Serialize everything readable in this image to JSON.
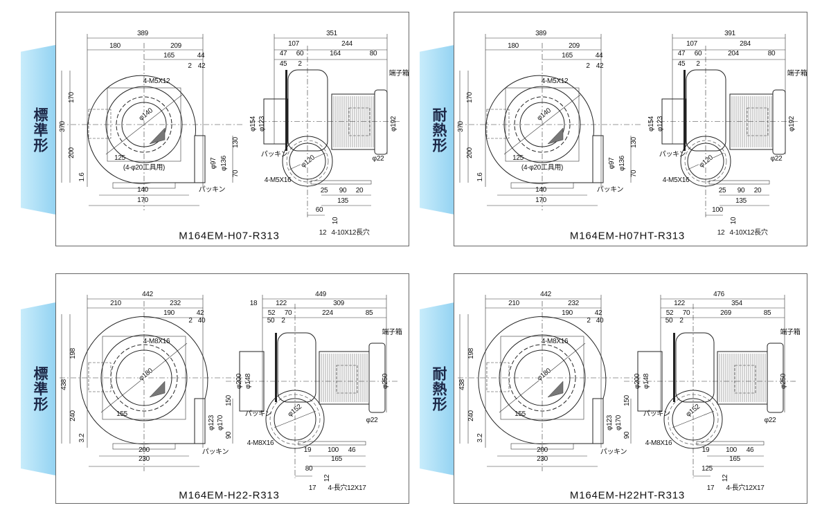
{
  "panels": [
    {
      "tab_label": "標準形",
      "model": "M164EM-H07-R313",
      "labels": [
        "389",
        "180",
        "209",
        "165",
        "44",
        "2",
        "42",
        "4-M5X12",
        "φ140",
        "170",
        "370",
        "200",
        "1.6",
        "125",
        "(4-φ20工具用)",
        "130",
        "φ97",
        "φ136",
        "70",
        "140",
        "170",
        "パッキン",
        "351",
        "107",
        "244",
        "47",
        "60",
        "164",
        "80",
        "45",
        "2",
        "端子箱",
        "φ154",
        "φ123",
        "φ192",
        "パッキン",
        "φ120",
        "4-M5X16",
        "φ22",
        "25",
        "90",
        "20",
        "135",
        "60",
        "10",
        "12",
        "4-10X12長穴"
      ]
    },
    {
      "tab_label": "耐熱形",
      "model": "M164EM-H07HT-R313",
      "labels": [
        "389",
        "180",
        "209",
        "165",
        "44",
        "2",
        "42",
        "4-M5X12",
        "φ140",
        "170",
        "370",
        "200",
        "1.6",
        "125",
        "(4-φ20工具用)",
        "130",
        "φ97",
        "φ136",
        "70",
        "140",
        "170",
        "パッキン",
        "391",
        "107",
        "284",
        "47",
        "60",
        "204",
        "80",
        "45",
        "2",
        "端子箱",
        "φ154",
        "φ123",
        "φ192",
        "パッキン",
        "φ120",
        "4-M5X16",
        "φ22",
        "25",
        "90",
        "20",
        "135",
        "100",
        "10",
        "12",
        "4-10X12長穴"
      ]
    },
    {
      "tab_label": "標準形",
      "model": "M164EM-H22-R313",
      "labels": [
        "442",
        "210",
        "232",
        "190",
        "42",
        "2",
        "40",
        "4-M8X16",
        "φ180",
        "198",
        "438",
        "240",
        "3.2",
        "155",
        "150",
        "φ123",
        "φ170",
        "90",
        "200",
        "230",
        "パッキン",
        "18",
        "449",
        "122",
        "309",
        "52",
        "70",
        "224",
        "85",
        "50",
        "2",
        "端子箱",
        "φ200",
        "φ148",
        "φ250",
        "パッキン",
        "φ152",
        "4-M8X16",
        "φ22",
        "19",
        "100",
        "46",
        "165",
        "80",
        "12",
        "17",
        "4-長穴12X17"
      ]
    },
    {
      "tab_label": "耐熱形",
      "model": "M164EM-H22HT-R313",
      "labels": [
        "442",
        "210",
        "232",
        "190",
        "42",
        "2",
        "40",
        "4-M8X16",
        "φ180",
        "198",
        "438",
        "240",
        "3.2",
        "155",
        "150",
        "φ123",
        "φ170",
        "90",
        "200",
        "230",
        "パッキン",
        null,
        "476",
        "122",
        "354",
        "52",
        "70",
        "269",
        "85",
        "50",
        "2",
        "端子箱",
        "φ200",
        "φ148",
        "φ250",
        "パッキン",
        "φ152",
        "4-M8X16",
        "φ22",
        "19",
        "100",
        "46",
        "165",
        "125",
        "12",
        "17",
        "4-長穴12X17"
      ]
    }
  ],
  "colors": {
    "tab_light": "#c8ecfb",
    "tab_dark": "#94d3f2",
    "tab_text": "#1c2747",
    "line": "#222222",
    "border": "#666666"
  }
}
